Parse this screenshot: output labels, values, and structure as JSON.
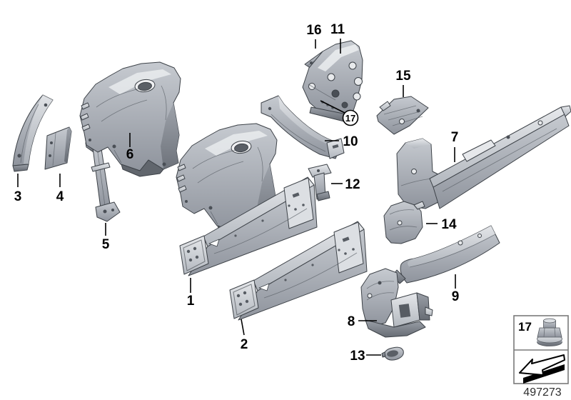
{
  "diagram": {
    "type": "technical-parts-illustration",
    "drawing_number": "497273",
    "callouts": {
      "c1": "1",
      "c2": "2",
      "c3": "3",
      "c4": "4",
      "c5": "5",
      "c6": "6",
      "c7": "7",
      "c8": "8",
      "c9": "9",
      "c10": "10",
      "c11": "11",
      "c12": "12",
      "c13": "13",
      "c14": "14",
      "c15": "15",
      "c16": "16",
      "c17": "17"
    },
    "legend": {
      "fastener_label": "17",
      "fastener_icon": "flange-nut-icon",
      "direction_icon": "direction-arrow-icon"
    },
    "colors": {
      "background": "#ffffff",
      "outline": "#3d4248",
      "part_light": "#dde0e4",
      "part_mid": "#aeb3ba",
      "part_dark": "#70757d",
      "label": "#000000",
      "legend_border": "#7a7a7a"
    }
  }
}
